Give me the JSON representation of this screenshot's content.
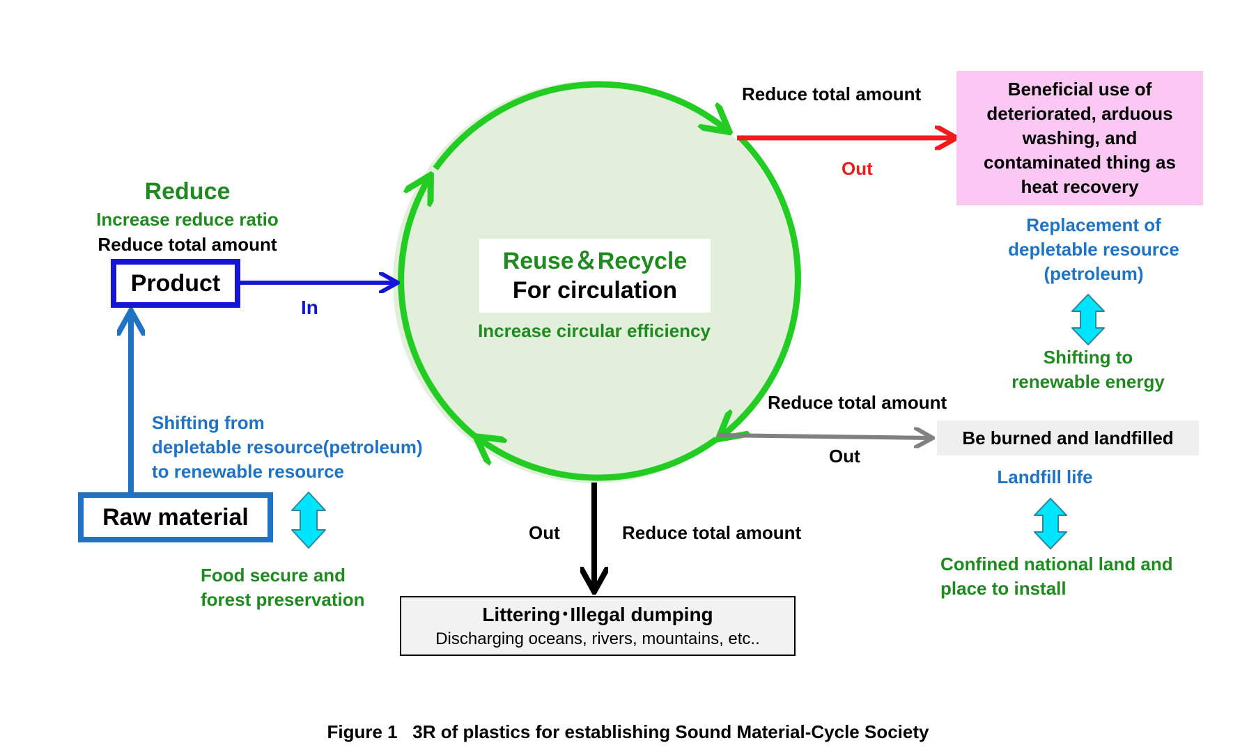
{
  "center": {
    "reuse_recycle": "Reuse＆Recycle",
    "for_circulation": "For circulation",
    "efficiency": "Increase circular efficiency"
  },
  "left": {
    "reduce_title": "Reduce",
    "reduce_ratio": "Increase reduce ratio",
    "reduce_total": "Reduce total amount",
    "product": "Product",
    "in_label": "In",
    "raw_material": "Raw material",
    "shifting": [
      "Shifting from",
      "depletable resource(petroleum)",
      "to renewable resource"
    ],
    "food": [
      "Food secure and",
      "forest preservation"
    ]
  },
  "top_right": {
    "reduce_total": "Reduce total amount",
    "out_label": "Out",
    "heat_box": [
      "Beneficial use of",
      "deteriorated, arduous",
      "washing, and",
      "contaminated thing as",
      "heat recovery"
    ],
    "replacement": [
      "Replacement of",
      "depletable resource",
      "(petroleum)"
    ],
    "shifting_energy": [
      "Shifting to",
      "renewable energy"
    ]
  },
  "mid_right": {
    "reduce_total": "Reduce total amount",
    "out_label": "Out",
    "burn_box": "Be burned and landfilled",
    "landfill": "Landfill life",
    "confined": [
      "Confined national land and",
      "place to install"
    ]
  },
  "bottom": {
    "out_label": "Out",
    "reduce_total": "Reduce total amount",
    "litter_title": "Littering･Illegal dumping",
    "litter_sub": "Discharging oceans, rivers, mountains, etc.."
  },
  "caption": "Figure 1   3R of plastics for establishing Sound Material-Cycle Society",
  "colors": {
    "cycle_green": "#22cc22",
    "circle_fill": "#e2efda",
    "in_arrow": "#1515d8",
    "raw_arrow": "#1f73c2",
    "heat_out": "#ee1c1c",
    "burn_out": "#808080",
    "litter_out": "#000000",
    "double_arrow": "#00e5ff",
    "heat_box_fill": "#fbc8f4",
    "burn_box_fill": "#efefef"
  }
}
